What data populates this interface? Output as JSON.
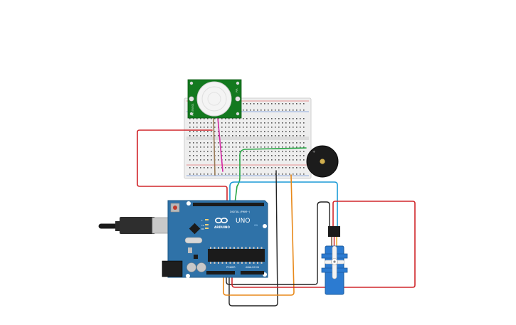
{
  "board": {
    "brand": "ARDUINO",
    "model": "UNO",
    "digital_label": "DIGITAL (PWM~)",
    "power_label": "POWER",
    "analog_label": "ANALOG IN",
    "on_label": "ON",
    "tx_label": "TX",
    "rx_label": "RX",
    "l_label": "L"
  },
  "pir": {
    "left_label": "HC-SR501",
    "right_label": "PIR"
  },
  "colors": {
    "board": "#2f72a8",
    "breadboard": "#eeeeee",
    "pir_pcb": "#13791f",
    "servo": "#2c7bd1",
    "buzzer": "#1c1c1c",
    "wire_red": "#d0262b",
    "wire_blue": "#1a9ad6",
    "wire_orange": "#e8891a",
    "wire_black": "#222222",
    "wire_green": "#28a745",
    "wire_magenta": "#d42aa4",
    "wire_brown": "#9a7d5a"
  }
}
